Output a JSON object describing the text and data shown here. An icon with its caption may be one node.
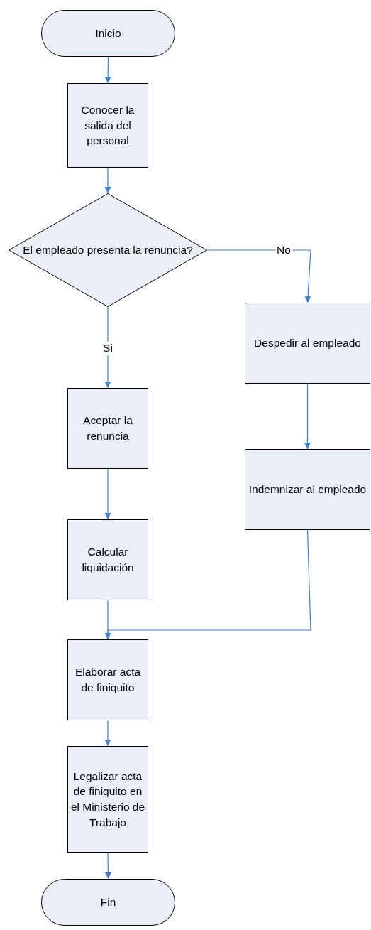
{
  "diagram": {
    "nodes": [
      {
        "text": [
          "Inicio"
        ]
      },
      {
        "text": [
          "Conocer la salida del personal"
        ]
      },
      {
        "text": [
          "El empleado presenta la renuncia?"
        ]
      },
      {
        "text": [
          "Despedir al empleado"
        ]
      },
      {
        "text": [
          "Aceptar la renuncia"
        ]
      },
      {
        "text": [
          "Indemnizar al empleado"
        ]
      },
      {
        "text": [
          "Calcular liquidación"
        ]
      },
      {
        "text": [
          "Elaborar acta de finiquito"
        ]
      },
      {
        "text": [
          "Legalizar acta de finiquito en el Ministerio de Trabajo"
        ]
      },
      {
        "text": [
          "Fin"
        ]
      }
    ],
    "edges": [
      {
        "from": 0,
        "to": 1,
        "arrow": "to"
      },
      {
        "from": 1,
        "to": 2,
        "arrow": "to"
      },
      {
        "from": 2,
        "to": 3,
        "arrow": "to",
        "label": "No"
      },
      {
        "from": 2,
        "to": 4,
        "arrow": "to",
        "label": "Si"
      },
      {
        "from": 3,
        "to": 5,
        "arrow": "to"
      },
      {
        "from": 4,
        "to": 6,
        "arrow": "to"
      },
      {
        "from": 6,
        "to": 7,
        "arrow": "to"
      },
      {
        "from": 5,
        "to": 7,
        "arrow": "to"
      },
      {
        "from": 7,
        "to": 8,
        "arrow": "to"
      },
      {
        "from": 8,
        "to": 9,
        "arrow": "to"
      }
    ]
  }
}
